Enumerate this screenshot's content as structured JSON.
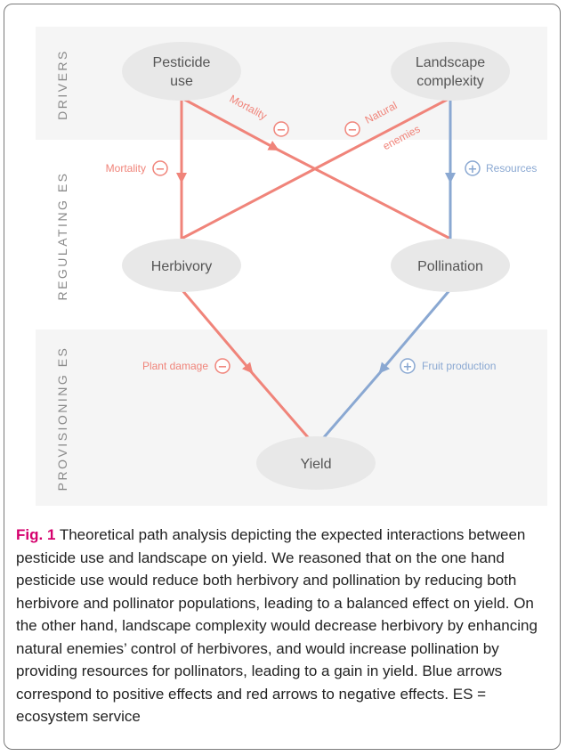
{
  "bands": [
    {
      "label": "DRIVERS"
    },
    {
      "label": "REGULATING ES"
    },
    {
      "label": "PROVISIONING ES"
    }
  ],
  "nodes": {
    "pesticide": {
      "line1": "Pesticide",
      "line2": "use"
    },
    "landscape": {
      "line1": "Landscape",
      "line2": "complexity"
    },
    "herbivory": {
      "label": "Herbivory"
    },
    "pollination": {
      "label": "Pollination"
    },
    "yield": {
      "label": "Yield"
    }
  },
  "edge_labels": {
    "mortality_left": "Mortality",
    "mortality_diag": "Mortality",
    "natural": "Natural",
    "enemies": "enemies",
    "resources": "Resources",
    "plant_damage": "Plant damage",
    "fruit_production": "Fruit production"
  },
  "signs": {
    "negative": "−",
    "positive": "+"
  },
  "colors": {
    "negative": "#f0847a",
    "positive": "#8aa8d2",
    "band_bg": "#f5f5f5",
    "node_bg": "#e8e8e8",
    "band_text": "#8a8a8a",
    "fig_label": "#d5006d"
  },
  "caption": {
    "label": "Fig. 1",
    "text": "Theoretical path analysis depicting the expected interactions between pesticide use and landscape on yield. We reasoned that on the one hand pesticide use would reduce both herbivory and pollination by reducing both herbivore and pollinator populations, leading to a balanced effect on yield. On the other hand, landscape complexity would decrease herbivory by enhancing natural enemies’ control of herbivores, and would increase pollination by providing resources for pollinators, leading to a gain in yield. Blue arrows correspond to positive effects and red arrows to negative effects. ES = ecosystem service"
  }
}
